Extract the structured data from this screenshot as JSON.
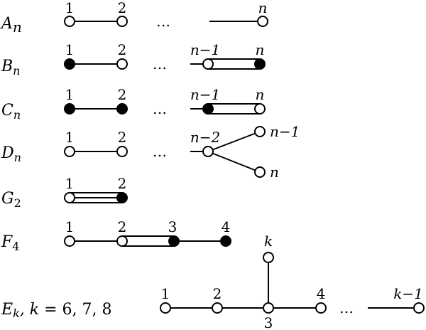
{
  "colors": {
    "ink": "#000000",
    "background": "#ffffff",
    "filled_node": "#000000",
    "open_node": "#ffffff"
  },
  "rows": {
    "A": {
      "name": "A",
      "sub": "n",
      "labels": [
        "1",
        "2",
        "n"
      ],
      "dots": "…"
    },
    "B": {
      "name": "B",
      "sub": "n",
      "labels": [
        "1",
        "2",
        "n−1",
        "n"
      ],
      "dots": "…"
    },
    "C": {
      "name": "C",
      "sub": "n",
      "labels": [
        "1",
        "2",
        "n−1",
        "n"
      ],
      "dots": "…"
    },
    "D": {
      "name": "D",
      "sub": "n",
      "labels": [
        "1",
        "2",
        "n−2",
        "n−1",
        "n"
      ],
      "dots": "…"
    },
    "G": {
      "name": "G",
      "sub": "2",
      "labels": [
        "1",
        "2"
      ]
    },
    "F": {
      "name": "F",
      "sub": "4",
      "labels": [
        "1",
        "2",
        "3",
        "4"
      ]
    },
    "E": {
      "name": "E",
      "sub": "k",
      "suffix_var": "k",
      "suffix_rest": " = 6, 7, 8",
      "labels": [
        "1",
        "2",
        "3",
        "4",
        "k−1",
        "k"
      ],
      "dots": "…"
    }
  }
}
